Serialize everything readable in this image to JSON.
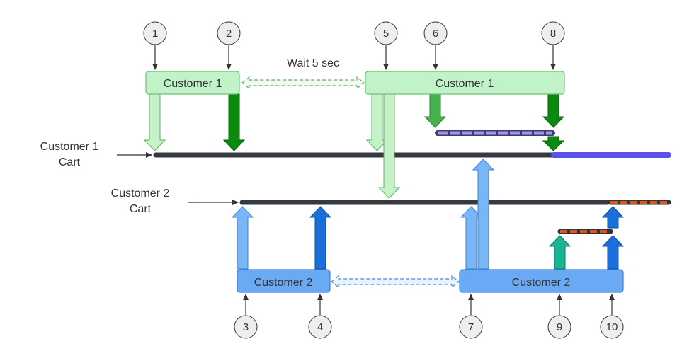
{
  "colors": {
    "customer1_box_fill": "#c2f2c8",
    "customer1_box_stroke": "#6fbf78",
    "customer2_box_fill": "#6aaaf5",
    "customer2_box_stroke": "#3f7fd0",
    "cart_line": "#353a40",
    "light_green_arrow": "#c7f2c9",
    "dark_green_arrow": "#0a8a0f",
    "mid_green_arrow": "#45b34c",
    "light_blue_arrow": "#79b6f7",
    "dark_blue_arrow": "#1a6fdb",
    "teal_arrow": "#19b494",
    "purple_line": "#7f77ee",
    "orange_dashed": "#d4501e",
    "dashed_connector_fill": "#e8f3ff"
  },
  "labels": {
    "customer1_cart_line1": "Customer 1",
    "customer1_cart_line2": "Cart",
    "customer2_cart_line1": "Customer 2",
    "customer2_cart_line2": "Cart",
    "wait": "Wait 5 sec"
  },
  "boxes": {
    "c1_a": "Customer 1",
    "c1_b": "Customer 1",
    "c2_a": "Customer 2",
    "c2_b": "Customer 2"
  },
  "steps": {
    "s1": "1",
    "s2": "2",
    "s3": "3",
    "s4": "4",
    "s5": "5",
    "s6": "6",
    "s7": "7",
    "s8": "8",
    "s9": "9",
    "s10": "10"
  }
}
